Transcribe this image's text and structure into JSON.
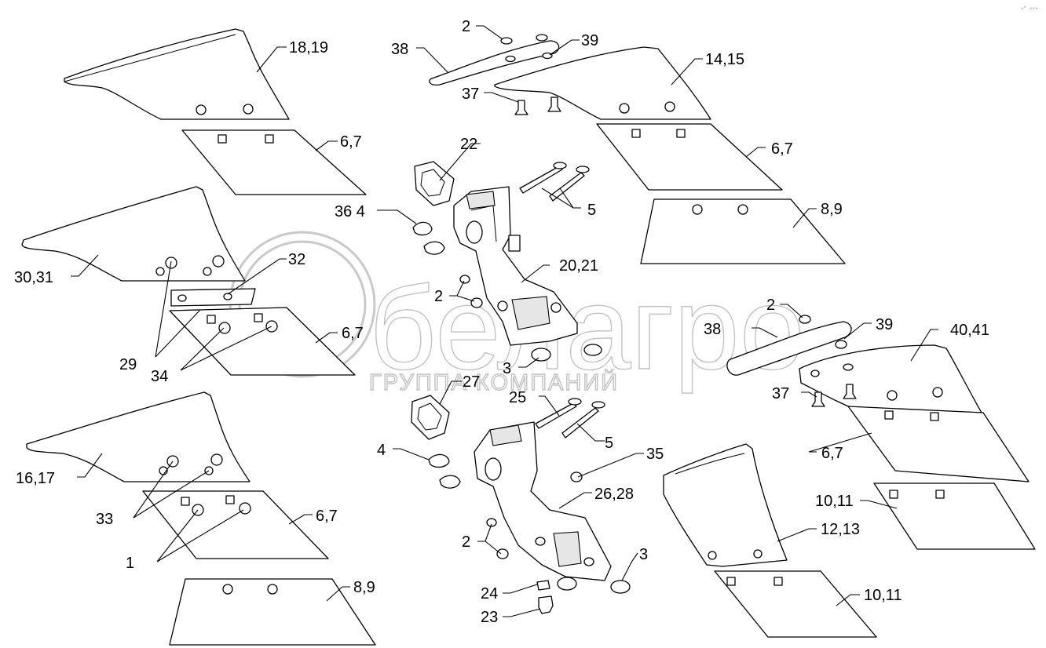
{
  "watermark": {
    "brand": "белагро",
    "subtitle": "ГРУППА КОМПАНИЙ"
  },
  "corner_code": "₀⁰ ₀₀₀",
  "labels": {
    "l_18_19": "18,19",
    "l_6_7_a": "6,7",
    "l_38_a": "38",
    "l_2_a": "2",
    "l_39_a": "39",
    "l_37_a": "37",
    "l_14_15": "14,15",
    "l_6_7_b": "6,7",
    "l_22": "22",
    "l_36_4": "36 4",
    "l_5_a": "5",
    "l_8_9_a": "8,9",
    "l_30_31": "30,31",
    "l_32": "32",
    "l_20_21": "20,21",
    "l_2_b": "2",
    "l_6_7_c": "6,7",
    "l_29": "29",
    "l_34": "34",
    "l_3_a": "3",
    "l_27": "27",
    "l_25": "25",
    "l_38_b": "38",
    "l_2_c": "2",
    "l_39_b": "39",
    "l_40_41": "40,41",
    "l_37_b": "37",
    "l_4_b": "4",
    "l_5_b": "5",
    "l_35": "35",
    "l_6_7_d": "6,7",
    "l_16_17": "16,17",
    "l_33": "33",
    "l_6_7_e": "6,7",
    "l_1": "1",
    "l_26_28": "26,28",
    "l_10_11_a": "10,11",
    "l_12_13": "12,13",
    "l_2_d": "2",
    "l_3_b": "3",
    "l_24": "24",
    "l_23": "23",
    "l_8_9_b": "8,9",
    "l_10_11_b": "10,11"
  }
}
